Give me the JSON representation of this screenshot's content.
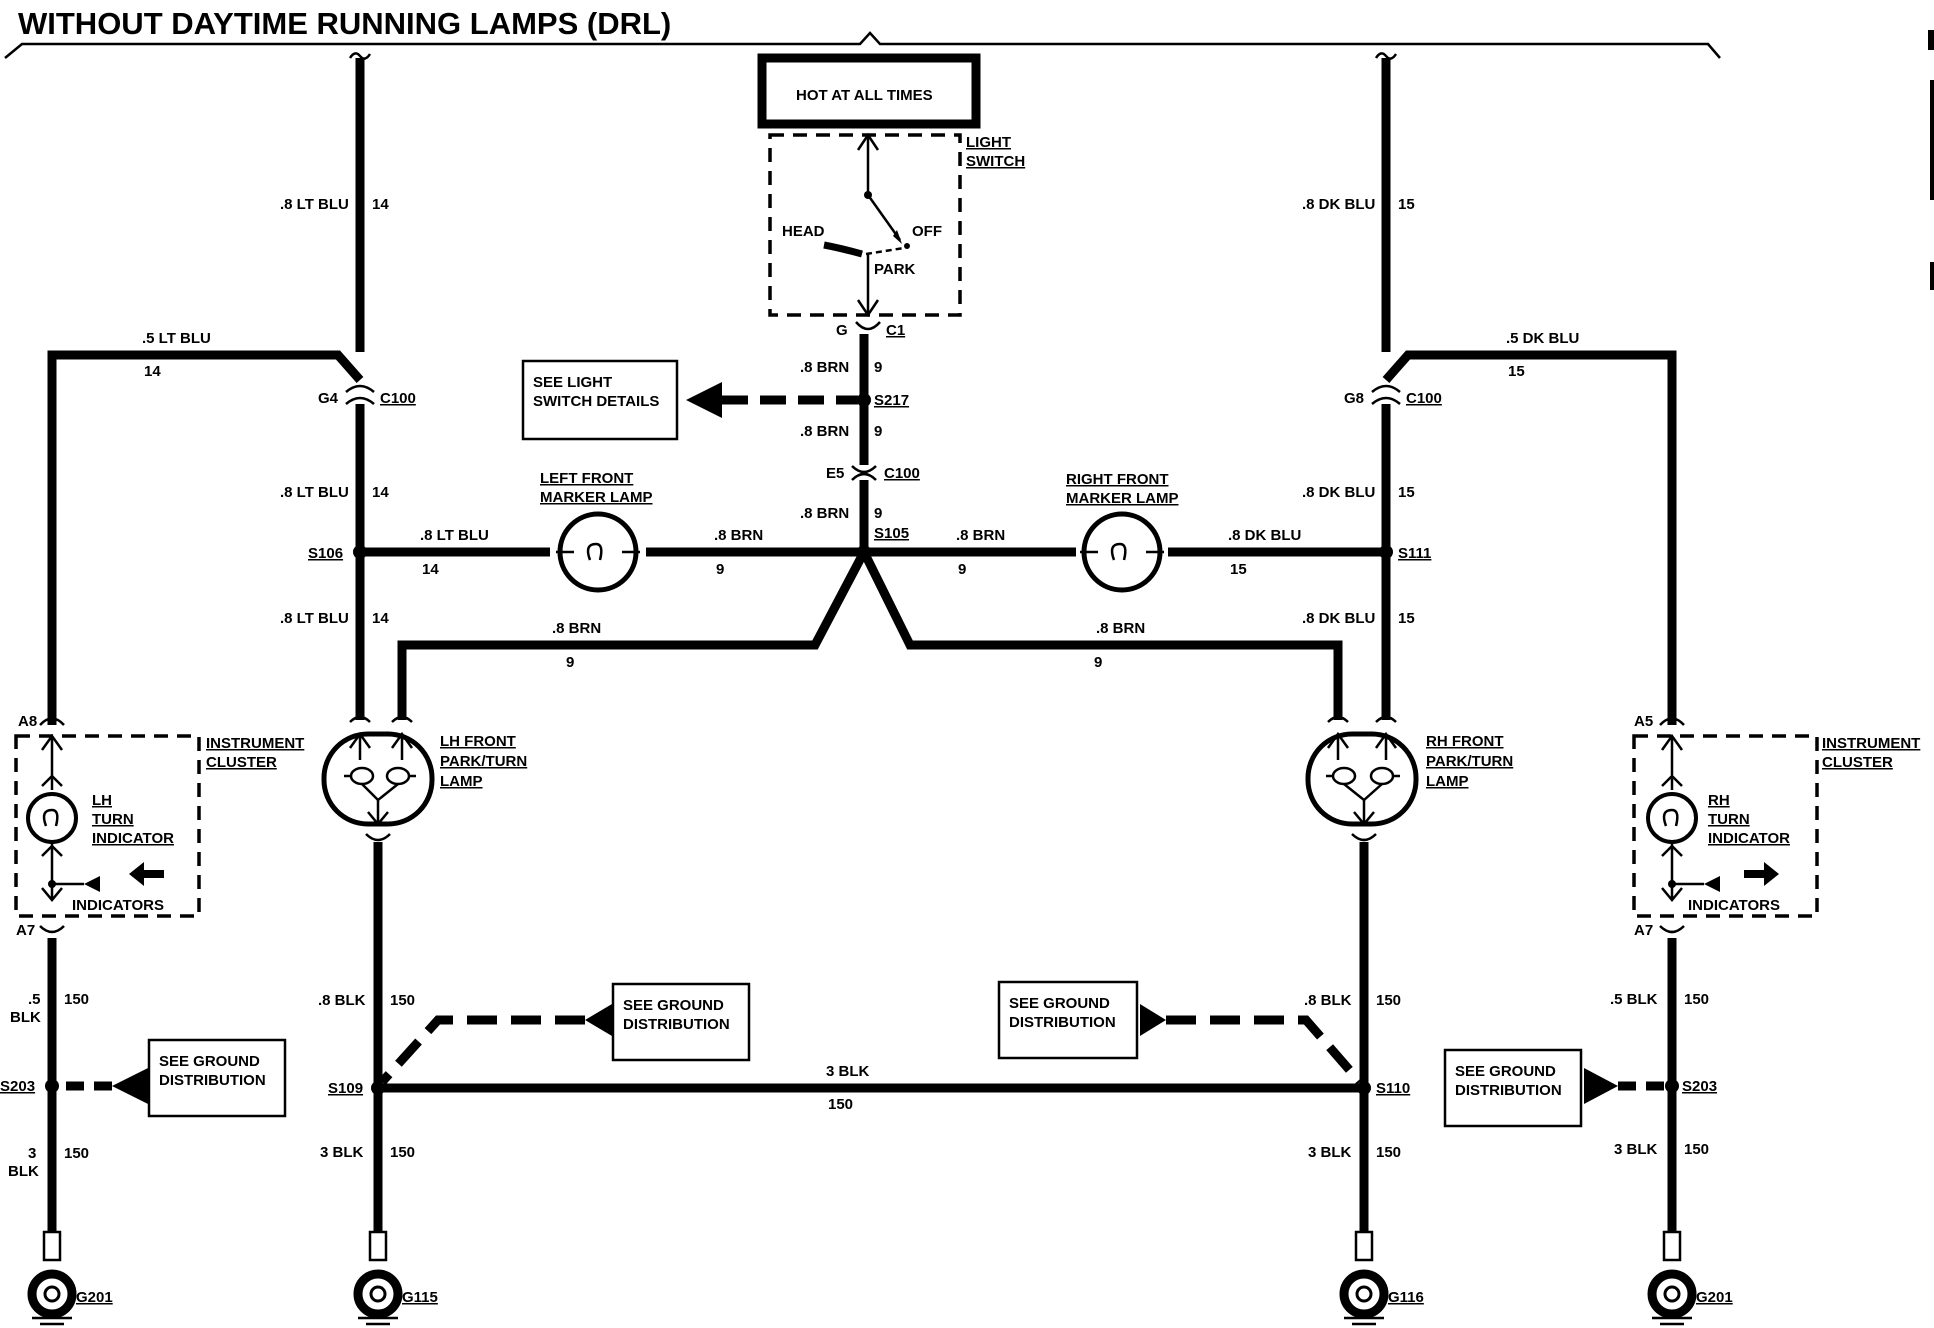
{
  "title": "WITHOUT DAYTIME RUNNING LAMPS (DRL)",
  "hot_box": "HOT AT ALL TIMES",
  "light_switch": {
    "label_1": "LIGHT",
    "label_2": "SWITCH",
    "head": "HEAD",
    "off": "OFF",
    "park": "PARK"
  },
  "center": {
    "g": "G",
    "c1": "C1",
    "w1": ".8 BRN",
    "n1": "9",
    "s217": "S217",
    "w2": ".8 BRN",
    "n2": "9",
    "e5": "E5",
    "c100": "C100",
    "w3": ".8 BRN",
    "n3": "9",
    "s105": "S105"
  },
  "see_switch": {
    "line1": "SEE LIGHT",
    "line2": "SWITCH DETAILS"
  },
  "left": {
    "top_wire": ".8 LT BLU",
    "top_num": "14",
    "branch_wire": ".5 LT BLU",
    "branch_num": "14",
    "g4": "G4",
    "c100": "C100",
    "mid_wire": ".8 LT BLU",
    "mid_num": "14",
    "s106": "S106",
    "low_wire": ".8 LT BLU",
    "low_num": "14",
    "marker_wire": ".8 LT BLU",
    "marker_num": "14",
    "marker_label_1": "LEFT FRONT",
    "marker_label_2": "MARKER LAMP",
    "brn_right": ".8 BRN",
    "brn_right_num": "9",
    "diag_wire": ".8 BRN",
    "diag_num": "9",
    "park_1": "LH FRONT",
    "park_2": "PARK/TURN",
    "park_3": "LAMP",
    "park_gnd_wire": ".8 BLK",
    "park_gnd_num": "150",
    "s109": "S109",
    "gnd_wire": "3 BLK",
    "gnd_num": "150",
    "g115": "G115",
    "see_gnd_1": "SEE GROUND",
    "see_gnd_2": "DISTRIBUTION"
  },
  "right": {
    "top_wire": ".8 DK BLU",
    "top_num": "15",
    "branch_wire": ".5 DK BLU",
    "branch_num": "15",
    "g8": "G8",
    "c100": "C100",
    "mid_wire": ".8 DK BLU",
    "mid_num": "15",
    "s111": "S111",
    "low_wire": ".8 DK BLU",
    "low_num": "15",
    "marker_wire": ".8 DK BLU",
    "marker_num": "15",
    "marker_label_1": "RIGHT FRONT",
    "marker_label_2": "MARKER LAMP",
    "brn_left": ".8 BRN",
    "brn_left_num": "9",
    "diag_wire": ".8 BRN",
    "diag_num": "9",
    "park_1": "RH FRONT",
    "park_2": "PARK/TURN",
    "park_3": "LAMP",
    "park_gnd_wire": ".8 BLK",
    "park_gnd_num": "150",
    "s110": "S110",
    "gnd_wire": "3 BLK",
    "gnd_num": "150",
    "g116": "G116",
    "see_gnd_1": "SEE GROUND",
    "see_gnd_2": "DISTRIBUTION"
  },
  "bottom_bus": {
    "wire": "3 BLK",
    "num": "150"
  },
  "left_cluster": {
    "a8": "A8",
    "a7": "A7",
    "label_1": "INSTRUMENT",
    "label_2": "CLUSTER",
    "ind_1": "LH",
    "ind_2": "TURN",
    "ind_3": "INDICATOR",
    "indicators": "INDICATORS",
    "w_a": ".5",
    "w_b": "BLK",
    "w_num": "150",
    "s203": "S203",
    "g_a": "3",
    "g_b": "BLK",
    "g_num": "150",
    "g201": "G201",
    "see_gnd_1": "SEE GROUND",
    "see_gnd_2": "DISTRIBUTION"
  },
  "right_cluster": {
    "a5": "A5",
    "a7": "A7",
    "label_1": "INSTRUMENT",
    "label_2": "CLUSTER",
    "ind_1": "RH",
    "ind_2": "TURN",
    "ind_3": "INDICATOR",
    "indicators": "INDICATORS",
    "w": ".5 BLK",
    "w_num": "150",
    "s203": "S203",
    "g": "3 BLK",
    "g_num": "150",
    "g201": "G201",
    "see_gnd_1": "SEE GROUND",
    "see_gnd_2": "DISTRIBUTION"
  }
}
